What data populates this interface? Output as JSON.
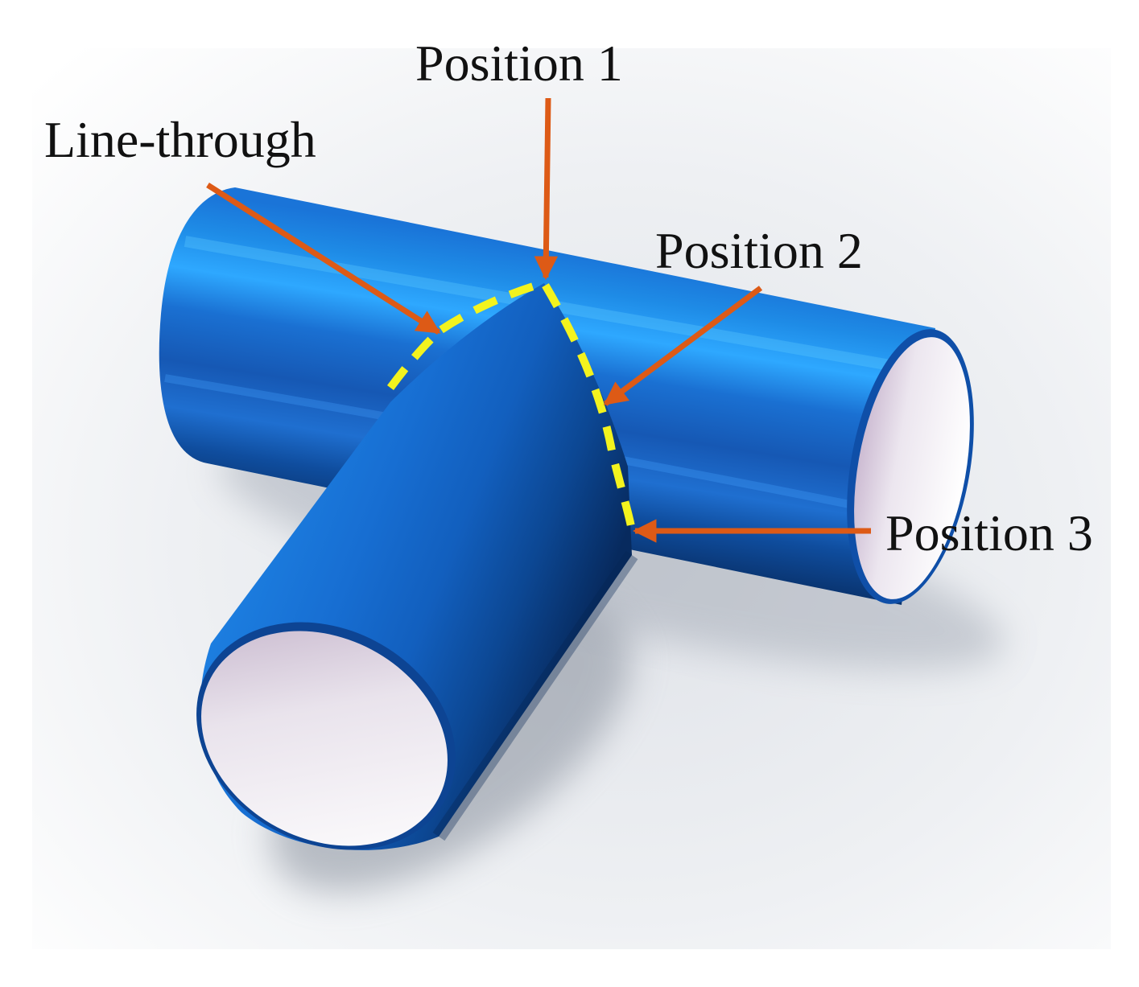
{
  "labels": {
    "position_1": "Position 1",
    "line_through": "Line-through",
    "position_2": "Position 2",
    "position_3": "Position 3"
  },
  "colors": {
    "pipe_blue": "#1565c8",
    "pipe_dark": "#0a3672",
    "pipe_highlight": "#2aa6ff",
    "bore_interior": "#f4f2f6",
    "intersection_line": "#f3f31e",
    "arrow": "#dd5a16",
    "label_text": "#111111",
    "background": "#ffffff"
  }
}
